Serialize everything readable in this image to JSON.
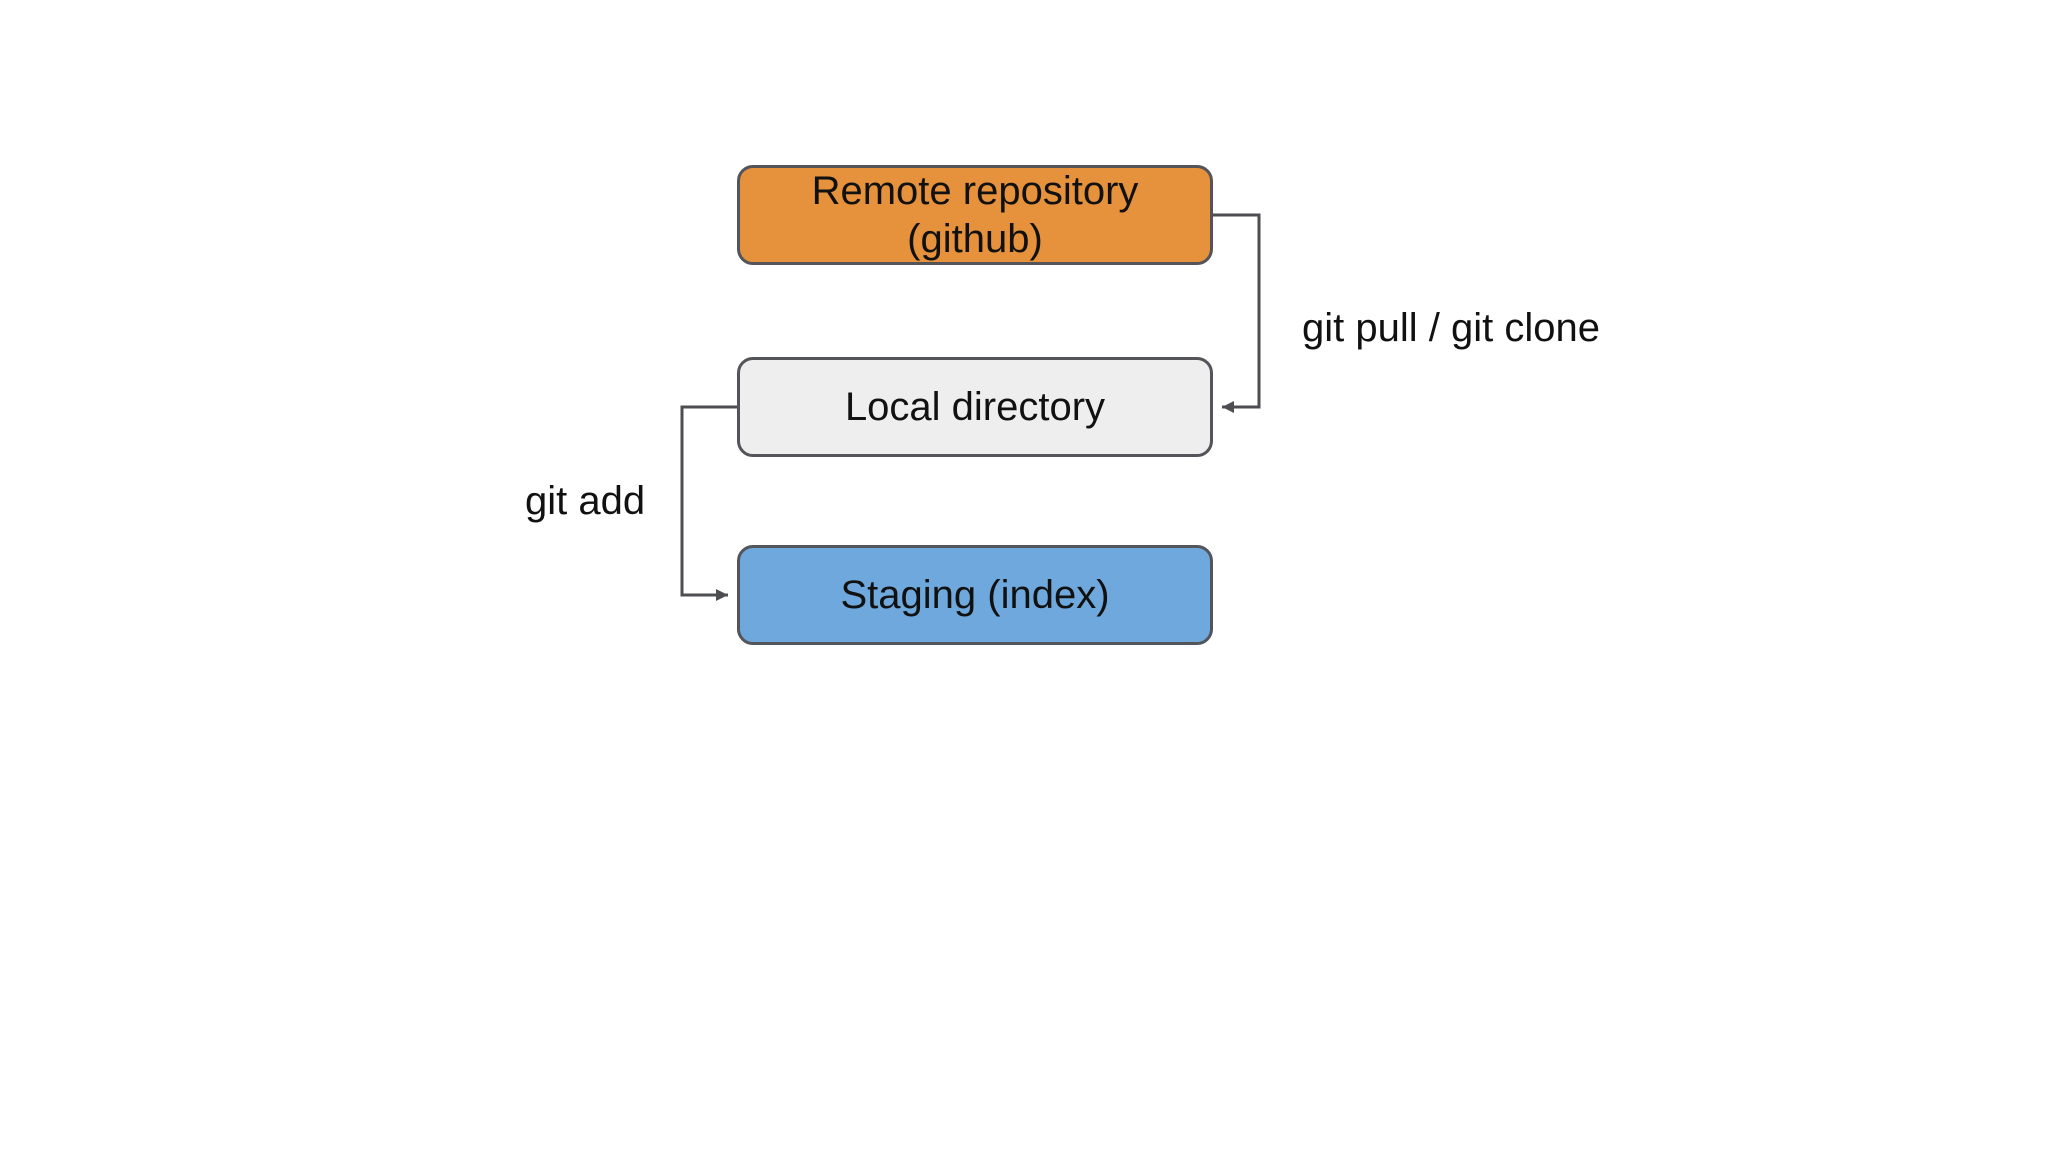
{
  "diagram": {
    "nodes": {
      "remote": {
        "label": "Remote repository\n(github)",
        "fill": "#e6913c"
      },
      "local": {
        "label": "Local directory",
        "fill": "#eeeeee"
      },
      "staging": {
        "label": "Staging (index)",
        "fill": "#6fa8dc"
      }
    },
    "edges": {
      "pull": {
        "label": "git pull / git clone",
        "from": "remote",
        "to": "local"
      },
      "add": {
        "label": "git add",
        "from": "local",
        "to": "staging"
      }
    },
    "colors": {
      "background": "#ffffff",
      "node_border": "#54555a",
      "connector_line": "#4d4e52",
      "text": "#111111"
    }
  }
}
